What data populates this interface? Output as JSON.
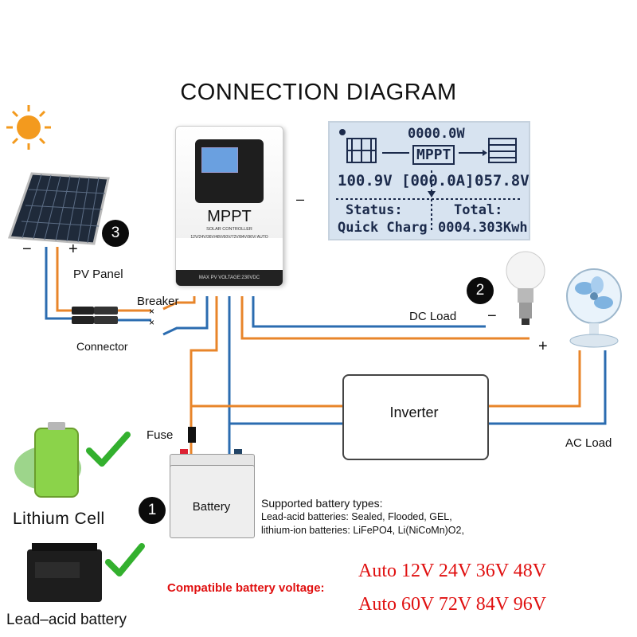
{
  "title": "CONNECTION DIAGRAM",
  "controller": {
    "brand": "MPPT",
    "subtitle": "SOLAR CONTROLLER",
    "voltages": "12V/24V/36V/48V/60V/72V/84V/96V/ AUTO",
    "max_pv": "MAX PV VOLTAGE:230VDC"
  },
  "lcd": {
    "power": "0000.0W",
    "mode": "MPPT",
    "pv_voltage": "100.9V",
    "current": "[000.0A]",
    "battery_voltage": "057.8V",
    "status_label": "Status:",
    "status_value": "Quick Charg",
    "total_label": "Total:",
    "total_value": "0004.303Kwh"
  },
  "pv_panel": {
    "label": "PV Panel",
    "minus": "−",
    "plus": "+",
    "badge": "3"
  },
  "breaker_label": "Breaker",
  "connector_label": "Connector",
  "dc_load": {
    "label": "DC Load",
    "minus": "−",
    "plus": "+",
    "badge": "2"
  },
  "ac_load_label": "AC Load",
  "inverter_label": "Inverter",
  "fuse_label": "Fuse",
  "battery": {
    "label": "Battery",
    "badge": "1"
  },
  "lithium_label": "Lithium Cell",
  "lead_acid_label": "Lead–acid battery",
  "supported": {
    "heading": "Supported battery types:",
    "line1": "Lead-acid batteries: Sealed, Flooded, GEL,",
    "line2": "lithium-ion batteries: LiFePO4, Li(NiCoMn)O2,"
  },
  "compatible_label": "Compatible battery voltage:",
  "voltages_row1": "Auto 12V 24V 36V 48V",
  "voltages_row2": "Auto 60V 72V 84V 96V",
  "colors": {
    "positive_wire": "#e8852a",
    "negative_wire": "#2b6cb0",
    "accent_red": "#e01010",
    "check_green": "#33b02e"
  }
}
